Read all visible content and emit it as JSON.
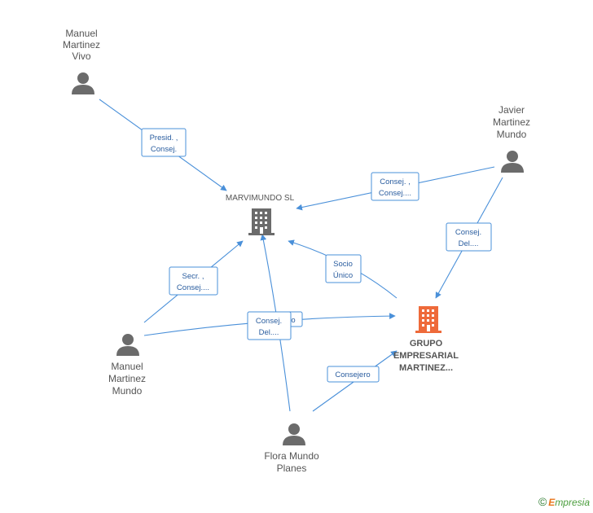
{
  "nodes": {
    "manuel_vivo": {
      "lines": [
        "Manuel",
        "Martinez",
        "Vivo"
      ]
    },
    "javier": {
      "lines": [
        "Javier",
        "Martinez",
        "Mundo"
      ]
    },
    "manuel_mundo": {
      "lines": [
        "Manuel",
        "Martinez",
        "Mundo"
      ]
    },
    "flora": {
      "lines": [
        "Flora Mundo",
        "Planes"
      ]
    },
    "marvimundo": {
      "label": "MARVIMUNDO SL"
    },
    "grupo": {
      "lines": [
        "GRUPO",
        "EMPRESARIAL",
        "MARTINEZ..."
      ]
    }
  },
  "relations": {
    "presid": [
      "Presid. ,",
      "Consej."
    ],
    "javier_marv": [
      "Consej. ,",
      "Consej...."
    ],
    "javier_grupo": [
      "Consej.",
      "Del...."
    ],
    "secr": [
      "Secr. ,",
      "Consej...."
    ],
    "socio": [
      "Socio",
      "Único"
    ],
    "consej_del_hidden": "o",
    "consej_del": [
      "Consej.",
      "Del...."
    ],
    "consejero": [
      "Consejero"
    ]
  },
  "colors": {
    "person": "#6b6b6b",
    "company": "#6b6b6b",
    "company_highlight": "#ee6a3a",
    "edge": "#4a90d9"
  },
  "watermark": {
    "symbol": "©",
    "brand_first": "E",
    "brand_rest": "mpresia"
  }
}
